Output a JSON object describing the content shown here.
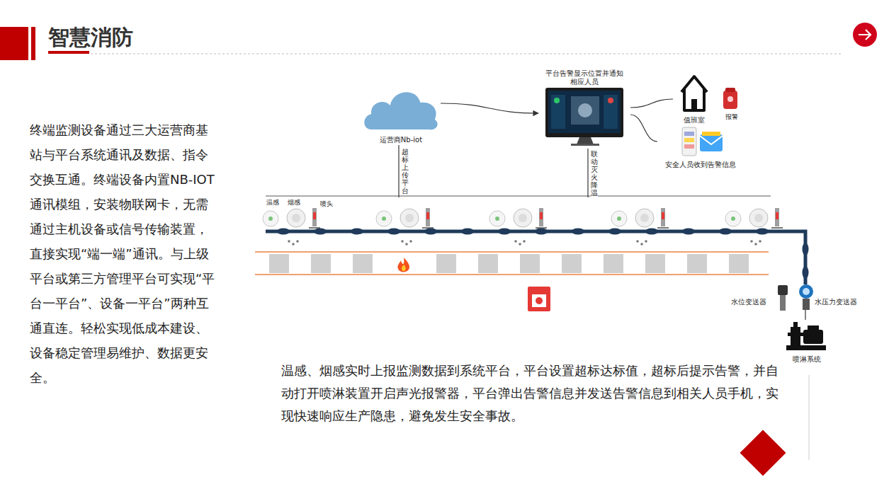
{
  "diagram": {
    "title": "智慧消防",
    "nodes": [
      {
        "text": [
          "运营商Nb-iot"
        ]
      },
      {
        "text": [
          "平台告警显示位置并通知相应人员"
        ]
      },
      {
        "text": [
          "值班室"
        ]
      },
      {
        "text": [
          "报警"
        ]
      },
      {
        "text": [
          "安全人员收到告警信息"
        ]
      },
      {
        "text": [
          "温感",
          "烟感",
          "喷头"
        ]
      },
      {
        "text": [
          "水位变送器"
        ]
      },
      {
        "text": [
          "水压力变送器"
        ]
      },
      {
        "text": [
          "喷淋系统"
        ]
      }
    ],
    "edges": [
      {
        "from": 5,
        "to": 0,
        "arrow": "none",
        "label": "超标上传平台"
      },
      {
        "from": 0,
        "to": 1,
        "arrow": "to"
      },
      {
        "from": 1,
        "to": 2,
        "arrow": "none"
      },
      {
        "from": 1,
        "to": 4,
        "arrow": "none"
      },
      {
        "from": 5,
        "to": 1,
        "arrow": "none",
        "label": "联动灭火降温"
      },
      {
        "from": 7,
        "to": 8,
        "arrow": "none"
      }
    ],
    "labels": [
      "终端监测设备通过三大运营商基站与平台系统通讯及数据、指令交换互通。终端设备内置NB-IOT通讯模组，安装物联网卡，无需通过主机设备或信号传输装置，直接实现“端一端”通讯。与上级平台或第三方管理平台可实现“平台一平台”、设备一平台”两种互通直连。轻松实现低成本建设、设备稳定管理易维护、数据更安全。",
      "温感、烟感实时上报监测数据到系统平台，平台设置超标达标值，超标后提示告警，并自动打开喷淋装置开启声光报警器，平台弹出告警信息并发送告警信息到相关人员手机，实现快速响应生产隐患，避免发生安全事故。"
    ]
  }
}
